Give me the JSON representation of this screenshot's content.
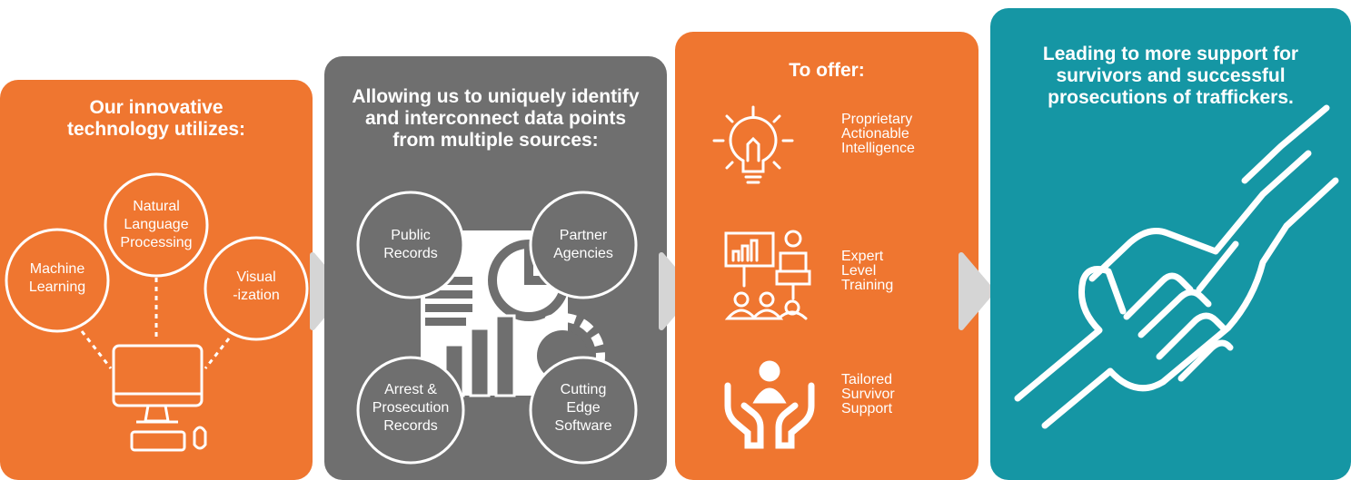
{
  "panel1": {
    "title_line1": "Our innovative",
    "title_line2": "technology utilizes:",
    "machine_learning": [
      "Machine",
      "Learning"
    ],
    "nlp": [
      "Natural",
      "Language",
      "Processing"
    ],
    "visualization": [
      "Visual",
      "-ization"
    ]
  },
  "panel2": {
    "title_line1": "Allowing us to uniquely identify",
    "title_line2": "and interconnect data points",
    "title_line3": "from multiple sources:",
    "public_records": [
      "Public",
      "Records"
    ],
    "partner_agencies": [
      "Partner",
      "Agencies"
    ],
    "arrest_records": [
      "Arrest &",
      "Prosecution",
      "Records"
    ],
    "cutting_edge": [
      "Cutting",
      "Edge",
      "Software"
    ]
  },
  "panel3": {
    "title": "To offer:",
    "item1": [
      "Proprietary",
      "Actionable",
      "Intelligence"
    ],
    "item2": [
      "Expert",
      "Level",
      "Training"
    ],
    "item3": [
      "Tailored",
      "Survivor",
      "Support"
    ]
  },
  "panel4": {
    "title_line1": "Leading to more support for",
    "title_line2": "survivors and successful",
    "title_line3": "prosecutions of traffickers."
  },
  "colors": {
    "orange": "#ef7630",
    "gray": "#6f6f6f",
    "teal": "#1596a4",
    "arrow": "#d5d5d5"
  },
  "icons": [
    "computer-icon",
    "lightbulb-icon",
    "presentation-icon",
    "support-hands-icon",
    "handshake-icon",
    "document-chart-icon",
    "gear-icon"
  ]
}
